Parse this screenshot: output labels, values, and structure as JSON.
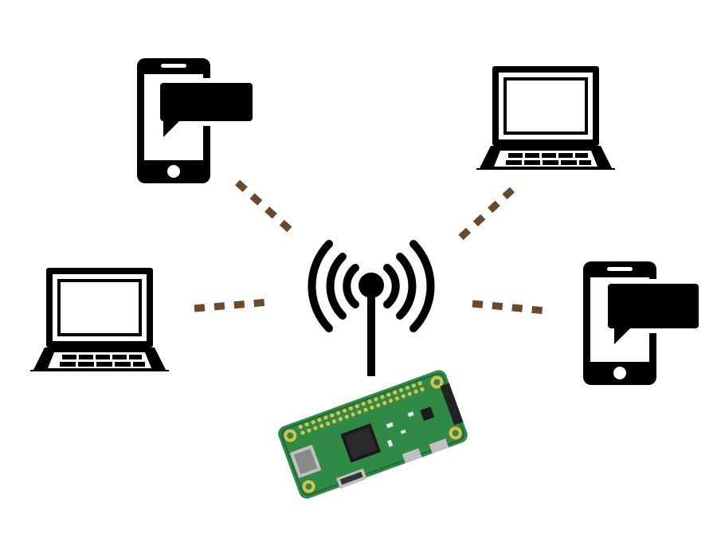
{
  "diagram": {
    "colors": {
      "icon": "#000000",
      "background": "#ffffff",
      "link": "#6b4a2b",
      "pcb": "#2f8a46",
      "pcb_dark": "#1f6a34",
      "chip": "#1a1a1a",
      "pad": "#d8c04a",
      "connector": "#c0c0c0"
    },
    "hub": {
      "icon": "wifi-antenna-icon",
      "board": "raspberry-pi-zero-board"
    },
    "nodes": [
      {
        "id": "phone-top-left",
        "icon": "smartphone-chat-icon"
      },
      {
        "id": "laptop-top-right",
        "icon": "laptop-icon"
      },
      {
        "id": "laptop-left",
        "icon": "laptop-icon"
      },
      {
        "id": "phone-right",
        "icon": "smartphone-chat-icon"
      }
    ],
    "links": [
      {
        "from": "hub",
        "to": "phone-top-left",
        "style": "dotted"
      },
      {
        "from": "hub",
        "to": "laptop-top-right",
        "style": "dotted"
      },
      {
        "from": "hub",
        "to": "laptop-left",
        "style": "dotted"
      },
      {
        "from": "hub",
        "to": "phone-right",
        "style": "dotted"
      }
    ]
  }
}
